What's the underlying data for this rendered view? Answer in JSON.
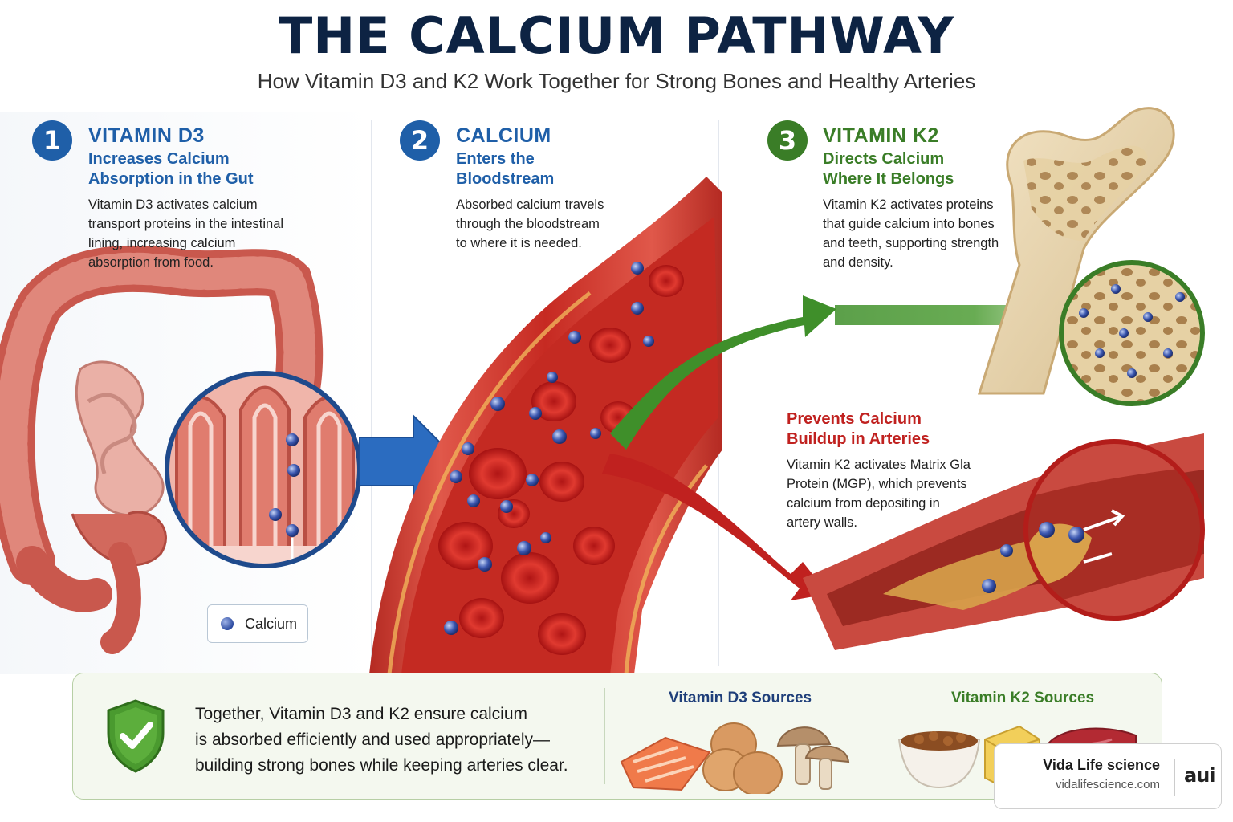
{
  "header": {
    "title": "THE CALCIUM PATHWAY",
    "subtitle": "How Vitamin D3 and K2 Work Together for Strong Bones and Healthy Arteries"
  },
  "steps": [
    {
      "number": "1",
      "heading": "VITAMIN D3",
      "subheading_line1": "Increases Calcium",
      "subheading_line2": "Absorption in the Gut",
      "description": [
        "Vitamin D3 activates calcium",
        "transport proteins in the intestinal",
        "lining, increasing calcium",
        "absorption from food."
      ]
    },
    {
      "number": "2",
      "heading": "CALCIUM",
      "subheading_line1": "Enters the",
      "subheading_line2": "Bloodstream",
      "description": [
        "Absorbed calcium travels",
        "through the bloodstream",
        "to where it is needed."
      ]
    },
    {
      "number": "3",
      "heading": "VITAMIN K2",
      "subheading_line1": "Directs Calcium",
      "subheading_line2": "Where It Belongs",
      "description": [
        "Vitamin K2 activates proteins",
        "that guide calcium into bones",
        "and teeth, supporting strength",
        "and density."
      ]
    }
  ],
  "arteries": {
    "heading_line1": "Prevents Calcium",
    "heading_line2": "Buildup in Arteries",
    "description": [
      "Vitamin K2 activates Matrix Gla",
      "Protein (MGP), which prevents",
      "calcium from depositing in",
      "artery walls."
    ]
  },
  "legend": {
    "label": "Calcium"
  },
  "footer": {
    "summary": [
      "Together, Vitamin D3 and K2 ensure calcium",
      "is absorbed efficiently and used appropriately—",
      "building strong bones while keeping arteries clear."
    ],
    "d3_sources_title": "Vitamin D3 Sources",
    "k2_sources_title": "Vitamin K2 Sources"
  },
  "brand": {
    "name": "Vida Life science",
    "url": "vidalifescience.com",
    "logo": "aui"
  },
  "icons": {
    "check_shield": "check-shield-icon",
    "calcium_dot": "calcium-dot-icon"
  },
  "colors": {
    "title": "#0d2343",
    "d3_blue": "#1f5fa8",
    "k2_green": "#3a7d27",
    "artery_red": "#c0211f",
    "calcium_particle": "#3b57b0"
  }
}
